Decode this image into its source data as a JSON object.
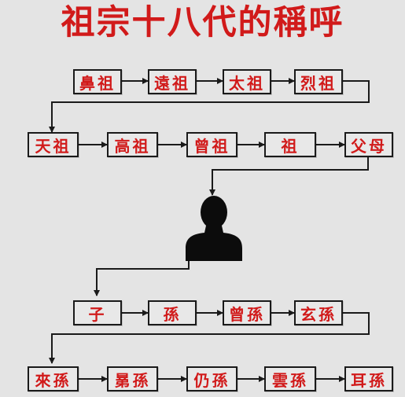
{
  "title": "祖宗十八代的稱呼",
  "ancestors_row1": [
    "鼻祖",
    "遠祖",
    "太祖",
    "烈祖"
  ],
  "ancestors_row2": [
    "天祖",
    "高祖",
    "曾祖",
    "祖",
    "父母"
  ],
  "self_icon": "person-silhouette-icon",
  "descendants_row1": [
    "子",
    "孫",
    "曾孫",
    "玄孫"
  ],
  "descendants_row2": [
    "來孫",
    "晜孫",
    "仍孫",
    "雲孫",
    "耳孫"
  ],
  "colors": {
    "text_red": "#d11a1a",
    "line": "#1a1a1a",
    "background": "#e4e4e4"
  }
}
